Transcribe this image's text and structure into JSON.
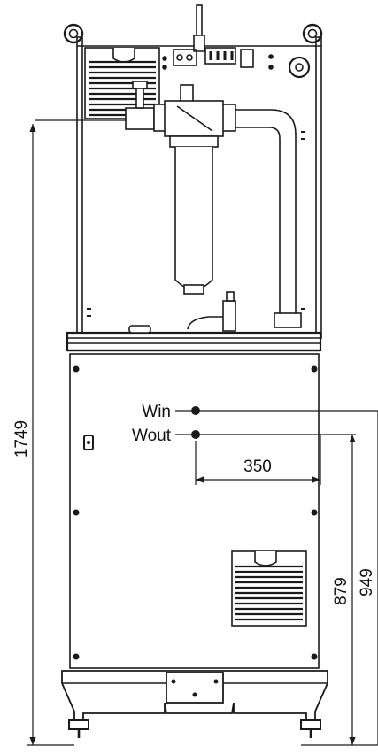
{
  "labels": {
    "win": "Win",
    "wout": "Wout"
  },
  "dimensions": {
    "total_height": "1749",
    "connection_offset": "350",
    "wout_height": "879",
    "win_height": "949"
  },
  "colors": {
    "line": "#1a1a1a",
    "fill": "#ffffff"
  }
}
